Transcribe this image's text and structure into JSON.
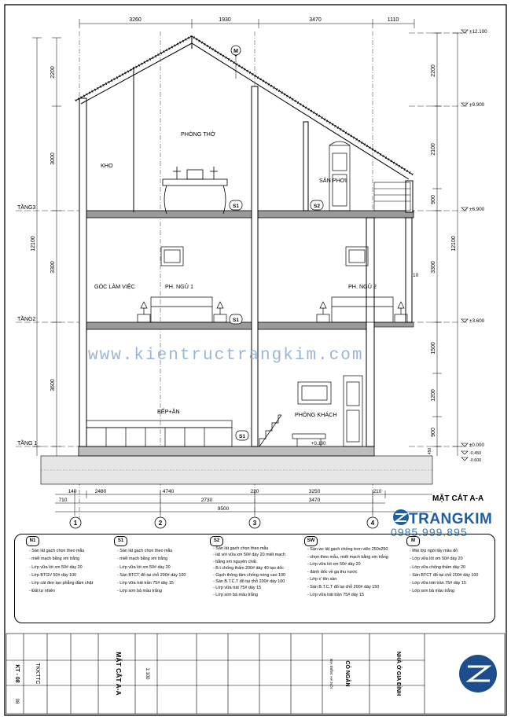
{
  "drawing": {
    "section_title": "MẶT CẮT A-A",
    "watermark": "www.kientructrangkim.com",
    "brand": "TRANGKIM",
    "phone": "0985.999.895"
  },
  "dimensions": {
    "top": [
      "3260",
      "1930",
      "3470",
      "1110"
    ],
    "bottom_row1": [
      "140",
      "2480",
      "4740",
      "220",
      "3250",
      "210"
    ],
    "bottom_row2": [
      "710",
      "2730",
      "3470"
    ],
    "bottom_total": "9500",
    "left": [
      "2200",
      "3000",
      "3300",
      "3600"
    ],
    "left_total": "12100",
    "right_outer": [
      "2200",
      "2100",
      "900",
      "3300",
      "1500",
      "1200",
      "900"
    ],
    "right_total": "12100",
    "right_small": [
      "450",
      "150"
    ],
    "inner": "10"
  },
  "levels": [
    {
      "label": "+12.100"
    },
    {
      "label": "+9.900"
    },
    {
      "label": "+6.900"
    },
    {
      "label": "+3.600"
    },
    {
      "label": "±0.000"
    },
    {
      "label": "-0.450"
    },
    {
      "label": "-0.600"
    }
  ],
  "floors": [
    "TẦNG3",
    "TẦNG2",
    "TẦNG 1"
  ],
  "grid_axes": [
    "1",
    "2",
    "3",
    "4"
  ],
  "roof_tag": "M",
  "rooms": {
    "kho": "KHO",
    "phong_tho": "PHÒNG THỜ",
    "san_phoi": "SÂN PHƠI",
    "goc_lam_viec": "GÓC LÀM VIỆC",
    "ngu1": "PH. NGỦ 1",
    "ngu2": "PH. NGỦ 2",
    "bep_an": "BẾP+ĂN",
    "khach": "PHÒNG KHÁCH",
    "floor_level_label": "+0.100"
  },
  "floor_tags": [
    "S1",
    "S2",
    "S1",
    "S1"
  ],
  "notes": [
    {
      "tag": "N1",
      "lines": [
        "Sàn lát gạch chọn theo mẫu",
        "miết mạch bằng xm trắng",
        "Lớp vữa lót xm 50# dày 20",
        "Lớp BTGV 50# dày 100",
        "Lớp cát đen tạo phẳng đầm chặt",
        "Đất tự nhiên"
      ]
    },
    {
      "tag": "S1",
      "lines": [
        "Sàn lát gạch chọn theo mẫu",
        "miết mạch bằng xm trắng",
        "Lớp vữa lót xm 50# dày 20",
        "Sàn BTCT đổ tại chỗ 200# dày 100",
        "Lớp vữa trát trần 75# dày 15",
        "Lớp sơn bả mầu trắng"
      ]
    },
    {
      "tag": "S2",
      "lines": [
        "Sàn lát gạch chọn theo mẫu",
        "lát với vữa xm 50# dày 20 miết mạch",
        "bằng xm nguyên chất",
        "B.t chống thấm 200# dày 40 tạo dốc",
        "Gạch thông tâm chống nóng cao 100",
        "Sàn B.T.C.T đổ tại chỗ 200# dày 100",
        "Lớp vữa trát 75# dày 15",
        "Lớp sơn bả mầu trắng"
      ]
    },
    {
      "tag": "SW",
      "lines": [
        "Sàn wc lát gạch chống trơn viên 250x250",
        "chọn theo mẫu, miết mạch bằng xm trắng",
        "Lớp vữa lót xm 50# dày 20",
        "đánh dốc về ga thu nước",
        "Lớp x' tôn sàn",
        "Sàn B.T.C.T đổ tại chỗ 200# dày 150",
        "Lớp vữa trát trần 75# dày 15"
      ]
    },
    {
      "tag": "M",
      "lines": [
        "Mái lợp ngói tây mầu đỏ",
        "Lớp vữa lót xm 50# dày 20",
        "Lớp vữa chống thấm dày 20",
        "Sàn BTCT đổ tại chỗ 200# dày 100",
        "Lớp vữa trát trần 75# dày 15",
        "Lớp sơn bả mầu trắng"
      ]
    }
  ],
  "title_block": {
    "sheet_no": "KT - 08",
    "sheet_sub": "08",
    "code": "TKKTTC",
    "drawing_name": "MẶT CẮT A-A",
    "scale": "1:100",
    "project": "NHÀ Ở GIA ĐÌNH",
    "owner": "CÔ NGÂN",
    "address": "ĐỊA ĐIỂM: HÀ NỘI"
  }
}
